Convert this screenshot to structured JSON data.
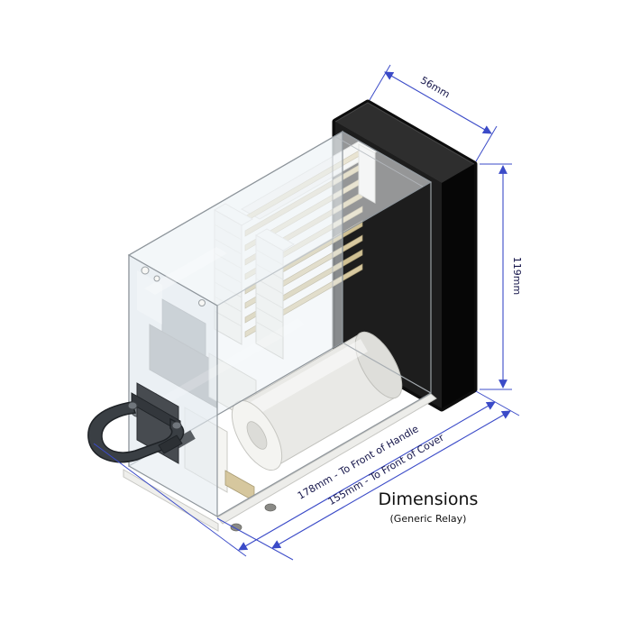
{
  "title": {
    "heading": "Dimensions",
    "subheading": "(Generic Relay)"
  },
  "dimension_labels": {
    "width": "56mm",
    "height": "119mm",
    "depth_to_handle": "178mm - To Front of Handle",
    "depth_to_cover": "155mm - To Front of Cover"
  },
  "colors": {
    "dimension_lines": "#3b4bc8",
    "dimension_text": "#15154a",
    "relay_body_black": "#141414",
    "cover_glass": "#eef2f5",
    "contact_blades": "#d6c79e",
    "background": "#ffffff"
  },
  "figure": {
    "type": "isometric_technical_drawing",
    "parts": [
      "relay-back-body",
      "transparent-cover",
      "contact-stack",
      "insulator-columns",
      "coil-cylinder",
      "magnet-frame",
      "terminal-studs",
      "bail-handle",
      "base-flange",
      "cover-screws"
    ]
  }
}
